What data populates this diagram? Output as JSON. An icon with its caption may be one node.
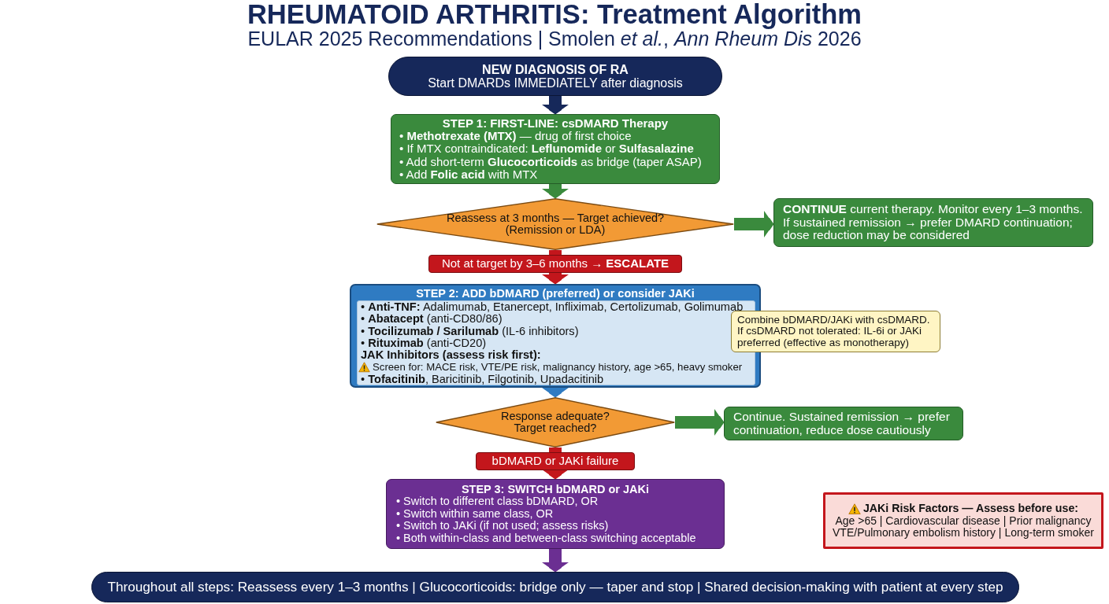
{
  "diagram": {
    "title": "RHEUMATOID ARTHRITIS: Treatment Algorithm",
    "nodes": [
      {
        "text": [
          "NEW DIAGNOSIS OF RA",
          "Start DMARDs IMMEDIATELY after diagnosis"
        ]
      },
      {
        "text": [
          "STEP 1: FIRST-LINE: csDMARD Therapy",
          "• **Methotrexate (MTX)** — drug of first choice",
          "• If MTX contraindicated: **Leflunomide** or **Sulfasalazine**",
          "• Add short-term **Glucocorticoids** as bridge (taper ASAP)",
          "• Add **Folic acid** with MTX"
        ]
      },
      {
        "text": [
          "Reassess at 3 months — Target achieved?",
          "(Remission or LDA)"
        ]
      },
      {
        "text": [
          "**CONTINUE** current therapy. Monitor every 1–3 months. If sustained remission → prefer DMARD continuation; dose reduction may be considered"
        ]
      },
      {
        "text": [
          "Not at target by 3–6 months → **ESCALATE**"
        ]
      },
      {
        "text": [
          "STEP 2: ADD bDMARD (preferred) or consider JAKi"
        ]
      },
      {
        "text": [
          "• **Anti-TNF:** Adalimumab, Etanercept, Infliximab, Certolizumab, Golimumab",
          "• **Abatacept** (anti-CD80/86)",
          "• **Tocilizumab / Sarilumab** (IL-6 inhibitors)",
          "• **Rituximab** (anti-CD20)",
          "JAK Inhibitors (assess risk first):",
          "Screen for: MACE risk, VTE/PE risk, malignancy history, age >65, heavy smoker",
          "• **Tofacitinib**, Baricitinib, Filgotinib, Upadacitinib"
        ],
        "in": 5
      },
      {
        "text": [
          "Combine bDMARD/JAKi with csDMARD. If csDMARD not tolerated: IL-6i or JAKi preferred (effective as monotherapy)"
        ]
      },
      {
        "text": [
          "Response adequate?",
          "Target reached?"
        ]
      },
      {
        "text": [
          "Continue. Sustained remission → prefer continuation, reduce dose cautiously"
        ]
      },
      {
        "text": [
          "bDMARD or JAKi failure"
        ]
      },
      {
        "text": [
          "STEP 3: SWITCH bDMARD or JAKi",
          "• Switch to different class bDMARD, OR",
          "• Switch within same class, OR",
          "• Switch to JAKi (if not used; assess risks)",
          "• Both within-class and between-class switching acceptable"
        ]
      },
      {
        "text": [
          "JAKi Risk Factors — Assess before use:",
          "Age >65 | Cardiovascular disease | Prior malignancy",
          "VTE/Pulmonary embolism history | Long-term smoker"
        ]
      },
      {
        "text": [
          "Throughout all steps: Reassess every 1–3 months | Glucocorticoids: bridge only — taper and stop | Shared decision-making with patient at every step"
        ]
      }
    ],
    "edges": [
      {
        "from": 0,
        "to": 1,
        "arrow": "to",
        "color": "#16285a"
      },
      {
        "from": 1,
        "to": 2,
        "arrow": "to",
        "color": "#3a8a3d"
      },
      {
        "from": 2,
        "to": 3,
        "arrow": "to",
        "color": "#3a8a3d"
      },
      {
        "from": 2,
        "to": 4,
        "arrow": "none",
        "color": "#c3161c"
      },
      {
        "from": 4,
        "to": 5,
        "arrow": "to",
        "color": "#c3161c"
      },
      {
        "from": 5,
        "to": 8,
        "arrow": "to",
        "color": "#2f7bc2"
      },
      {
        "from": 8,
        "to": 9,
        "arrow": "to",
        "color": "#3a8a3d"
      },
      {
        "from": 8,
        "to": 10,
        "arrow": "none",
        "color": "#c3161c"
      },
      {
        "from": 10,
        "to": 11,
        "arrow": "to",
        "color": "#c3161c"
      },
      {
        "from": 11,
        "to": 13,
        "arrow": "to",
        "color": "#6b2f92"
      }
    ],
    "labels": [
      "EULAR 2025 Recommendations | Smolen *et al.*, *Ann Rheum Dis* 2026"
    ]
  }
}
